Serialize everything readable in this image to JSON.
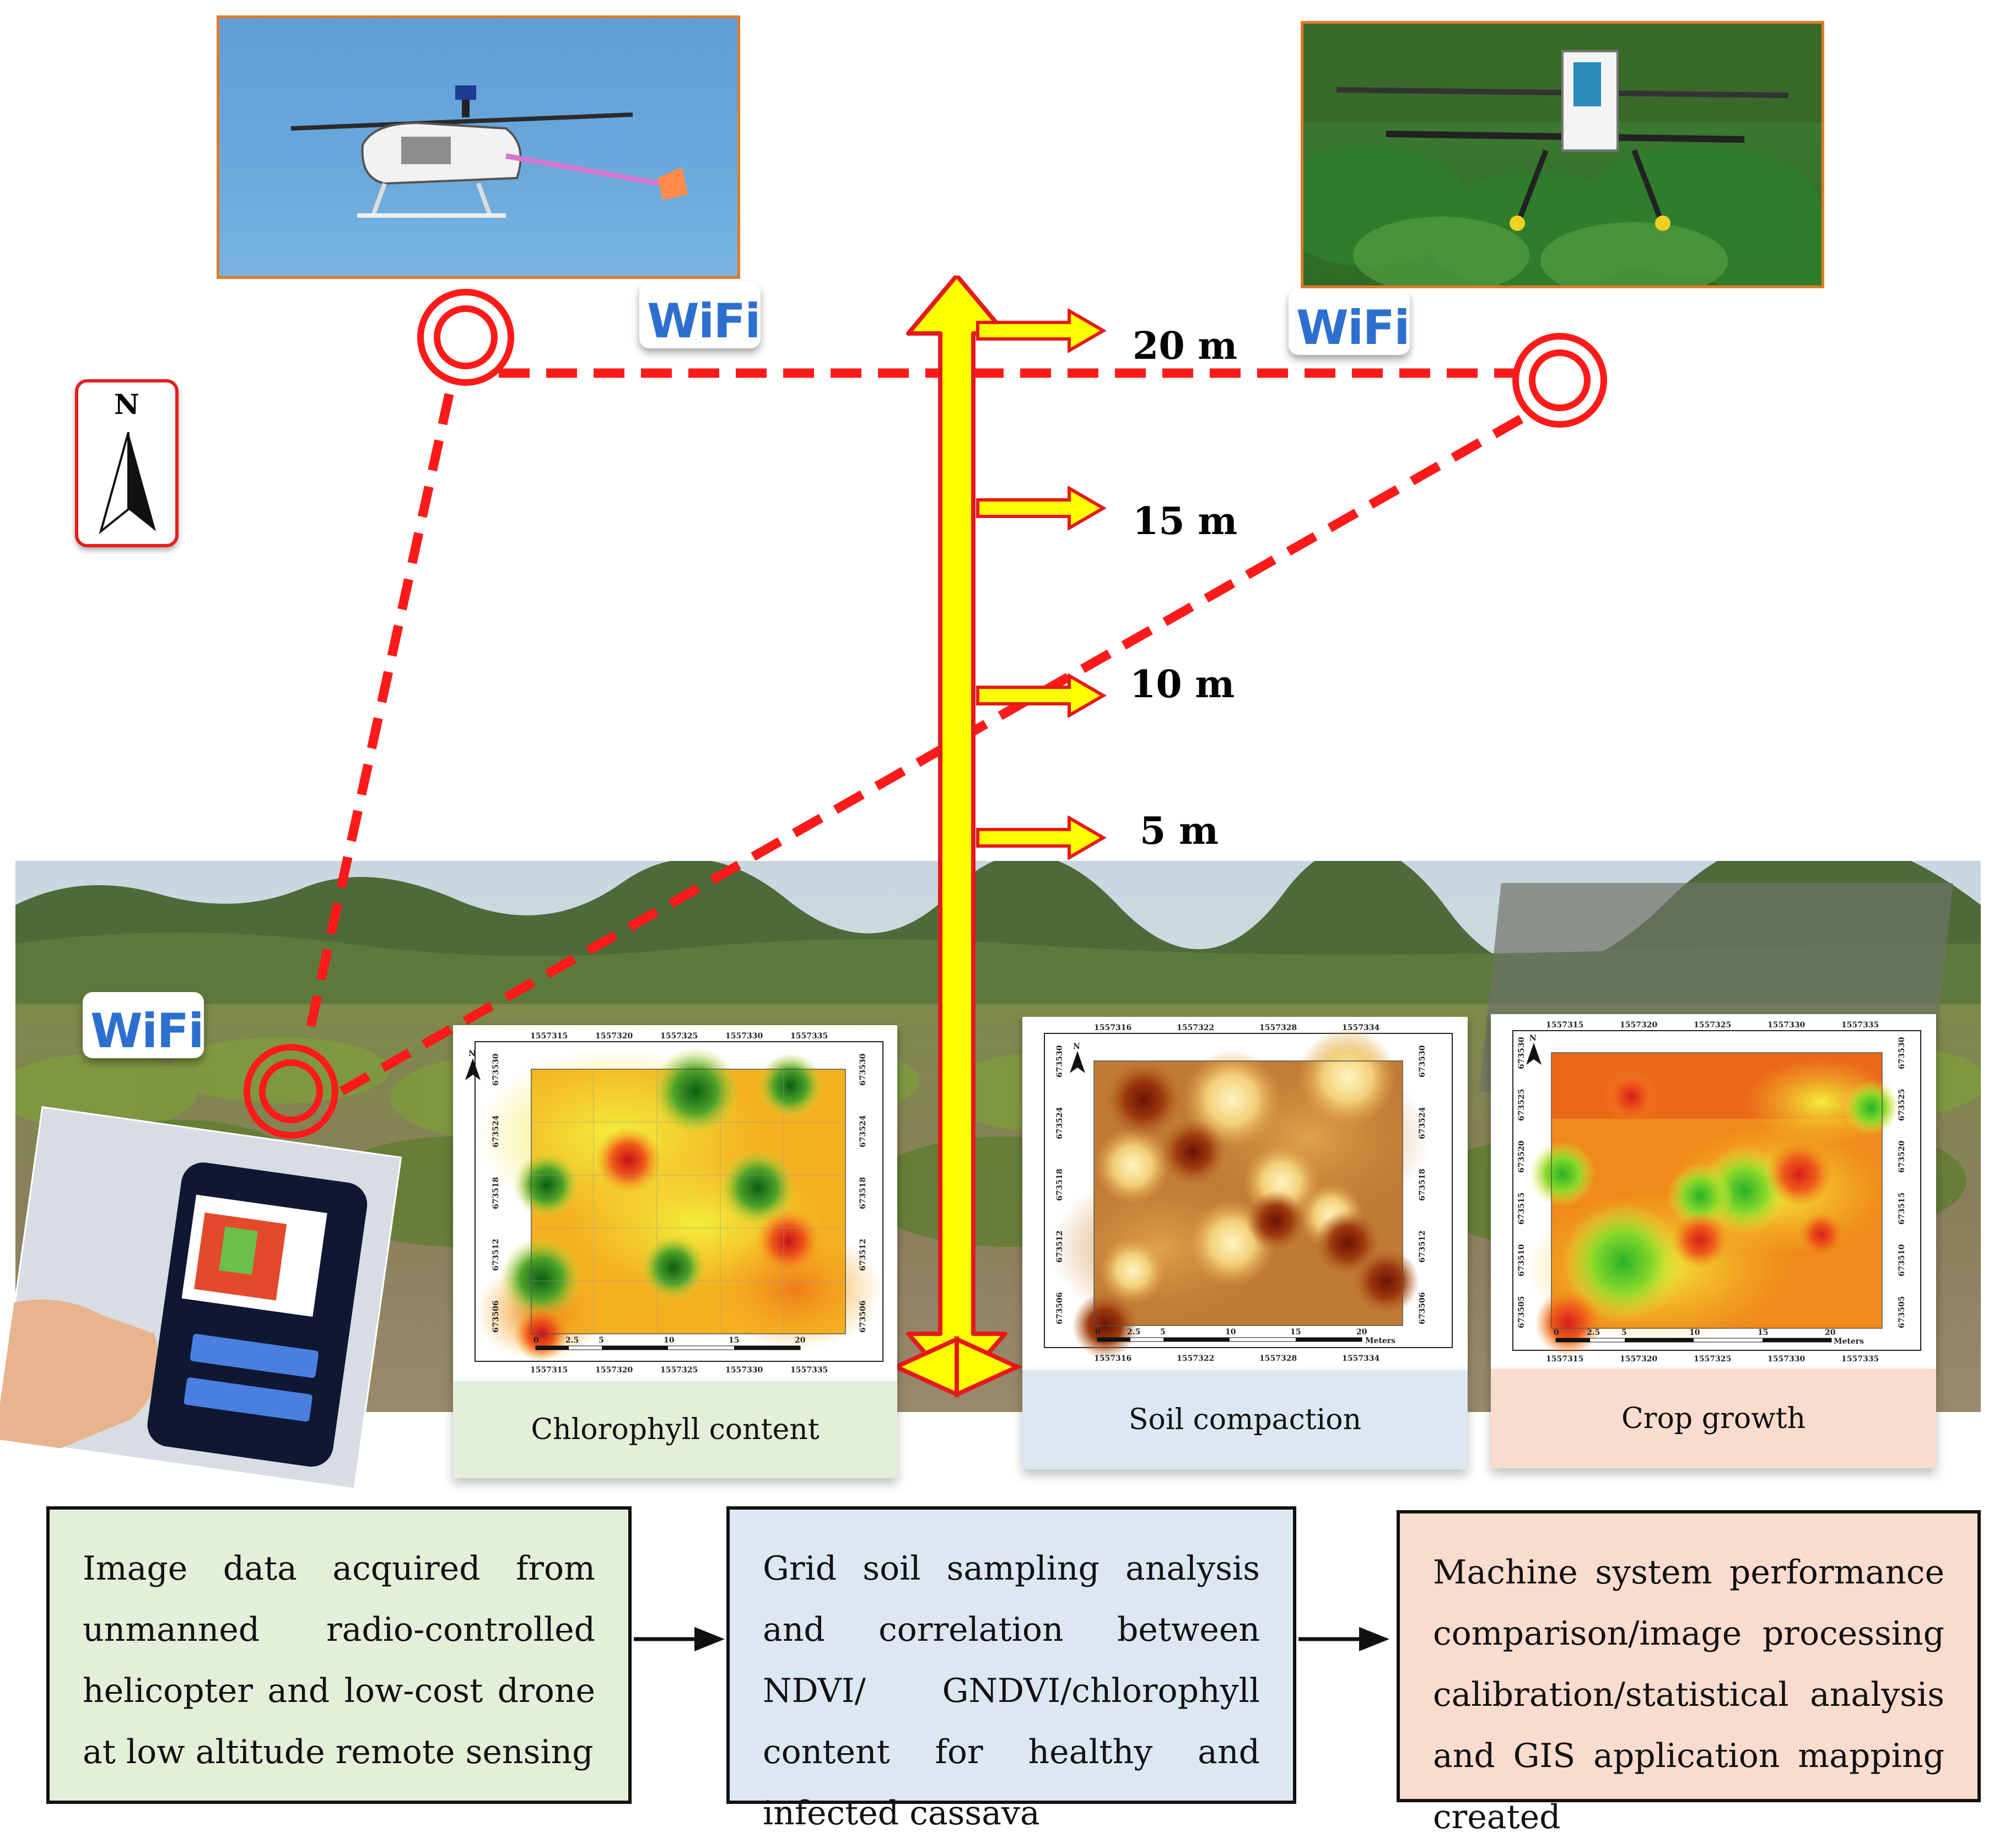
{
  "wifi_label": "WiFi",
  "compass_letter": "N",
  "altitudes": [
    "20 m",
    "15 m",
    "10 m",
    "5 m"
  ],
  "maps": [
    {
      "caption": "Chlorophyll content",
      "x_ticks": [
        "1557315",
        "1557320",
        "1557325",
        "1557330",
        "1557335"
      ],
      "y_ticks": [
        "673530",
        "673524",
        "673518",
        "673512",
        "673506"
      ],
      "scale_ticks": [
        "0",
        "2.5",
        "5",
        "10",
        "15",
        "20"
      ]
    },
    {
      "caption": "Soil compaction",
      "x_ticks": [
        "1557316",
        "1557322",
        "1557328",
        "1557334"
      ],
      "y_ticks": [
        "673530",
        "673524",
        "673518",
        "673512",
        "673506"
      ],
      "scale_ticks": [
        "0",
        "2.5",
        "5",
        "10",
        "15",
        "20"
      ],
      "scale_unit": "Meters"
    },
    {
      "caption": "Crop growth",
      "x_ticks": [
        "1557315",
        "1557320",
        "1557325",
        "1557330",
        "1557335"
      ],
      "y_ticks": [
        "673530",
        "673525",
        "673520",
        "673515",
        "673510",
        "673505"
      ],
      "scale_ticks": [
        "0",
        "2.5",
        "5",
        "10",
        "15",
        "20"
      ],
      "scale_unit": "Meters"
    }
  ],
  "steps": [
    "Image data acquired from unmanned radio-controlled helicopter and low-cost drone at low altitude remote sensing",
    "Grid soil sampling analysis and correlation between NDVI/ GNDVI/chlorophyll content for healthy and infected cassava",
    "Machine system performance comparison/image processing calibration/statistical analysis and GIS application mapping created"
  ],
  "colors": {
    "box1": "#e3efd9",
    "box2": "#dde7f3",
    "box3": "#f9dcce",
    "dash": "#ff1a1a",
    "arrow_fill": "#ffff00",
    "arrow_stroke": "#e41a1a",
    "photo_border": "#e07b2a"
  }
}
